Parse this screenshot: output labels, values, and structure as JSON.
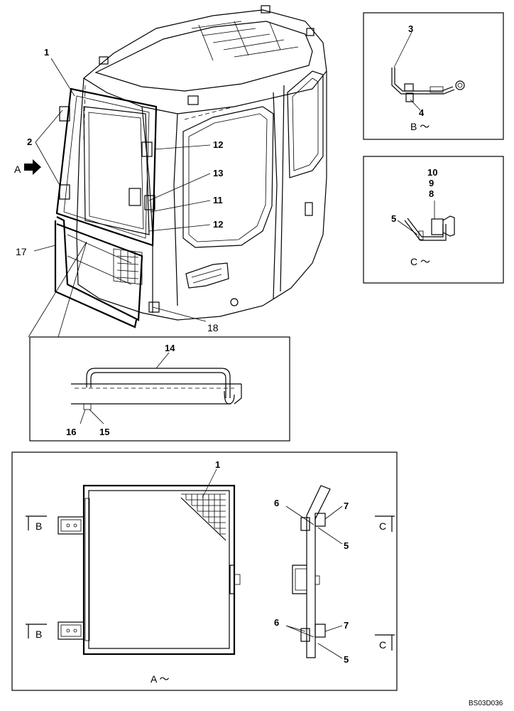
{
  "main_labels": {
    "l1": "1",
    "l2": "2",
    "l17": "17",
    "l12a": "12",
    "l13": "13",
    "l11": "11",
    "l12b": "12",
    "l18": "18",
    "arrow_a": "A"
  },
  "detail_b": {
    "l3": "3",
    "l4": "4",
    "caption": "B ～"
  },
  "detail_c": {
    "l10": "10",
    "l9": "9",
    "l8": "8",
    "l5": "5",
    "caption": "C ～"
  },
  "detail_handle": {
    "l14": "14",
    "l16": "16",
    "l15": "15"
  },
  "detail_a": {
    "l1": "1",
    "l6a": "6",
    "l7a": "7",
    "l5a": "5",
    "l6b": "6",
    "l7b": "7",
    "l5b": "5",
    "sec_b1": "B",
    "sec_b2": "B",
    "sec_c1": "C",
    "sec_c2": "C",
    "caption": "A ～"
  },
  "drawing_code": "BS03D036"
}
